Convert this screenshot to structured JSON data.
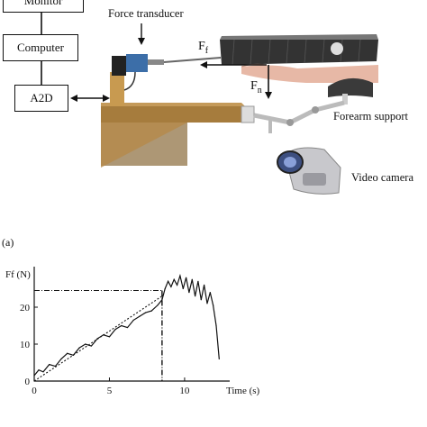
{
  "blocks": {
    "monitor": "Monitor",
    "computer": "Computer",
    "a2d": "A2D"
  },
  "labels": {
    "force_transducer": "Force transducer",
    "ff": "F",
    "ff_sub": "f",
    "fn": "F",
    "fn_sub": "n",
    "forearm_support": "Forearm support",
    "video_camera": "Video camera",
    "panel_a": "(a)"
  },
  "chart_data": {
    "type": "line",
    "ylabel": "Ff (N)",
    "xlabel": "Time (s)",
    "xlim": [
      0,
      13
    ],
    "ylim": [
      0,
      30
    ],
    "x_ticks": [
      0,
      5,
      10
    ],
    "y_ticks": [
      0,
      10,
      20
    ],
    "series": [
      {
        "style": "solid",
        "x": [
          0,
          0.3,
          0.6,
          1.0,
          1.4,
          1.8,
          2.2,
          2.6,
          3.0,
          3.4,
          3.8,
          4.2,
          4.6,
          5.0,
          5.4,
          5.8,
          6.2,
          6.6,
          7.0,
          7.4,
          7.8,
          8.2,
          8.5,
          8.7,
          8.9,
          9.1,
          9.3,
          9.5,
          9.7,
          9.9,
          10.1,
          10.3,
          10.5,
          10.7,
          10.9,
          11.1,
          11.3,
          11.5,
          11.7,
          11.9,
          12.1,
          12.3
        ],
        "y": [
          1.5,
          3.0,
          2.5,
          4.5,
          4.0,
          6.0,
          7.5,
          7.0,
          9.0,
          10.0,
          9.5,
          11.5,
          12.5,
          12.0,
          14.0,
          15.0,
          14.5,
          16.5,
          17.5,
          18.5,
          19.0,
          20.5,
          22.0,
          25.0,
          27.0,
          25.5,
          27.5,
          26.0,
          28.5,
          25.0,
          28.0,
          24.0,
          27.5,
          23.0,
          27.0,
          22.0,
          26.0,
          21.0,
          24.0,
          20.5,
          15.0,
          6.0
        ]
      },
      {
        "style": "dotted",
        "x": [
          0,
          8.5
        ],
        "y": [
          0,
          23
        ]
      }
    ],
    "reference_line": {
      "x": 8.5,
      "y": 24.5
    }
  },
  "colors": {
    "ink": "#111111",
    "wood": "#a67c3d",
    "camera_body": "#c8c8cc",
    "camera_lens": "#3d4f80",
    "skin": "#e7b8a6",
    "rubber": "#3a3a3a"
  }
}
